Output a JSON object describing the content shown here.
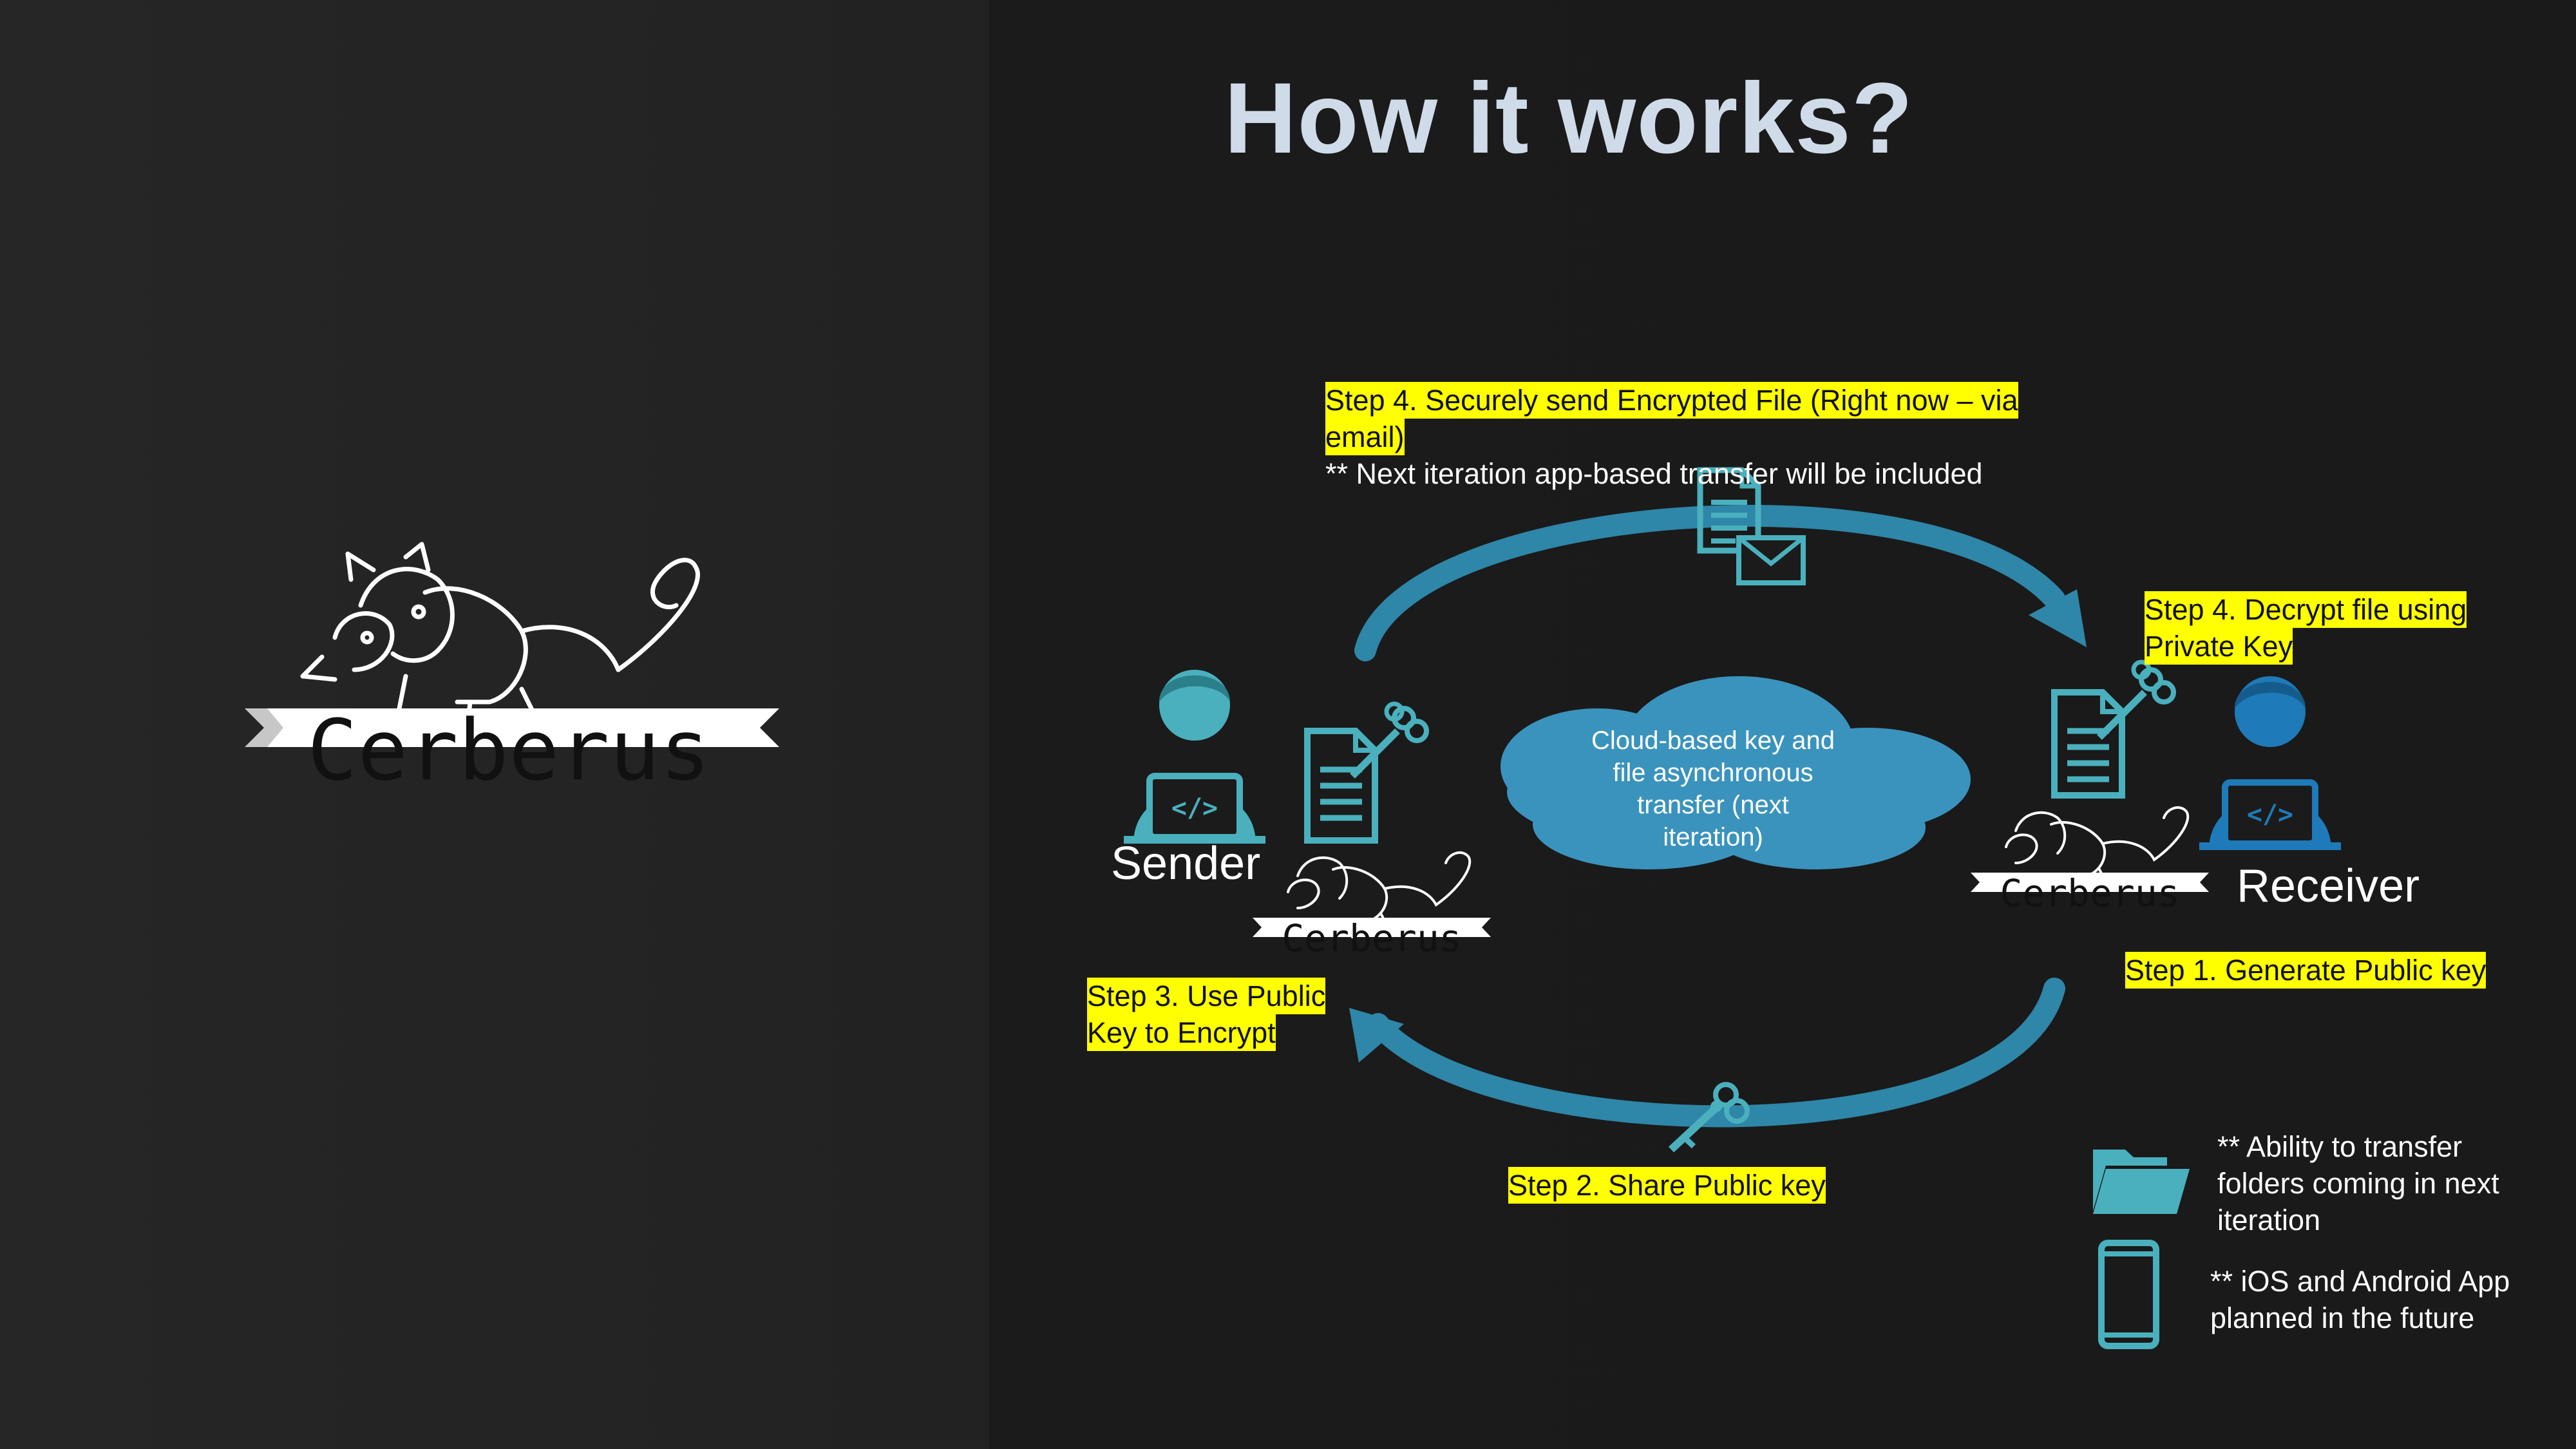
{
  "slide": {
    "title": "How it works?",
    "brand": "Cerberus",
    "sender_label": "Sender",
    "receiver_label": "Receiver",
    "cloud": [
      "Cloud-based key and",
      "file asynchronous",
      "transfer (next",
      "iteration)"
    ],
    "steps": {
      "send_lines": [
        "Step 4. Securely send Encrypted File (Right now – via",
        "email)"
      ],
      "send_note": "** Next iteration app-based transfer will be included",
      "decrypt_lines": [
        "Step 4. Decrypt file using",
        "Private Key"
      ],
      "generate": "Step 1. Generate Public key",
      "share": "Step 2. Share Public key",
      "encrypt_lines": [
        "Step 3. Use Public",
        "Key to Encrypt"
      ]
    },
    "notes": {
      "folders": [
        "** Ability to transfer",
        "folders coming in next",
        "iteration"
      ],
      "mobile": [
        "** iOS and Android App",
        "planned in the future"
      ]
    }
  },
  "colors": {
    "teal": "#4ab0bd",
    "blue": "#1e7ab8",
    "arrow": "#2e86a8",
    "cloud": "#3a93bd",
    "highlight": "#ffff00"
  },
  "icons": [
    "cerberus-logo",
    "sender-person-icon",
    "receiver-person-icon",
    "encrypted-document-icon",
    "document-email-icon",
    "key-icon",
    "folder-icon",
    "phone-icon"
  ]
}
